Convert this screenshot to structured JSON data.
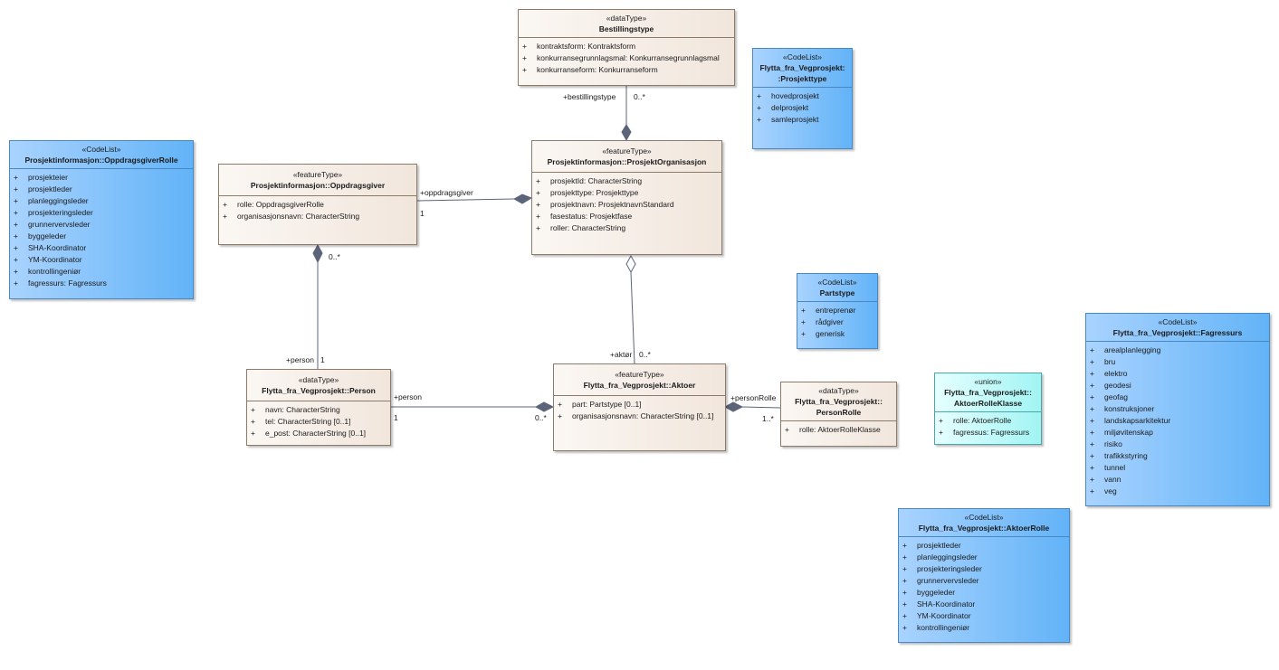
{
  "classes": {
    "bestillingstype": {
      "stereotype": "«dataType»",
      "name": "Bestillingstype",
      "attributes": [
        {
          "vis": "+",
          "text": "kontraktsform: Kontraktsform"
        },
        {
          "vis": "+",
          "text": "konkurransegrunnlagsmal: Konkurransegrunnlagsmal"
        },
        {
          "vis": "+",
          "text": "konkurranseform: Konkurranseform"
        }
      ]
    },
    "prosjekttype": {
      "stereotype": "«CodeList»",
      "name": "Flytta_fra_Vegprosjekt::Prosjekttype",
      "name_line1": "Flytta_fra_Vegprosjekt:",
      "name_line2": ":Prosjekttype",
      "attributes": [
        {
          "vis": "+",
          "text": "hovedprosjekt"
        },
        {
          "vis": "+",
          "text": "delprosjekt"
        },
        {
          "vis": "+",
          "text": "samleprosjekt"
        }
      ]
    },
    "oppdragsgiverrolle": {
      "stereotype": "«CodeList»",
      "name": "Prosjektinformasjon::OppdragsgiverRolle",
      "attributes": [
        {
          "vis": "+",
          "text": "prosjekteier"
        },
        {
          "vis": "+",
          "text": "prosjektleder"
        },
        {
          "vis": "+",
          "text": "planleggingsleder"
        },
        {
          "vis": "+",
          "text": "prosjekteringsleder"
        },
        {
          "vis": "+",
          "text": "grunnervervsleder"
        },
        {
          "vis": "+",
          "text": "byggeleder"
        },
        {
          "vis": "+",
          "text": "SHA-Koordinator"
        },
        {
          "vis": "+",
          "text": "YM-Koordinator"
        },
        {
          "vis": "+",
          "text": "kontrollingeniør"
        },
        {
          "vis": "+",
          "text": "fagressurs: Fagressurs"
        }
      ]
    },
    "oppdragsgiver": {
      "stereotype": "«featureType»",
      "name": "Prosjektinformasjon::Oppdragsgiver",
      "attributes": [
        {
          "vis": "+",
          "text": "rolle: OppdragsgiverRolle"
        },
        {
          "vis": "+",
          "text": "organisasjonsnavn: CharacterString"
        }
      ]
    },
    "prosjektorganisasjon": {
      "stereotype": "«featureType»",
      "name": "Prosjektinformasjon::ProsjektOrganisasjon",
      "attributes": [
        {
          "vis": "+",
          "text": "prosjektId: CharacterString"
        },
        {
          "vis": "+",
          "text": "prosjekttype: Prosjekttype"
        },
        {
          "vis": "+",
          "text": "prosjektnavn: ProsjektnavnStandard"
        },
        {
          "vis": "+",
          "text": "fasestatus: Prosjektfase"
        },
        {
          "vis": "+",
          "text": "roller: CharacterString"
        }
      ]
    },
    "partstype": {
      "stereotype": "«CodeList»",
      "name": "Partstype",
      "attributes": [
        {
          "vis": "+",
          "text": "entreprenør"
        },
        {
          "vis": "+",
          "text": "rådgiver"
        },
        {
          "vis": "+",
          "text": "generisk"
        }
      ]
    },
    "fagressurs": {
      "stereotype": "«CodeList»",
      "name": "Flytta_fra_Vegprosjekt::Fagressurs",
      "attributes": [
        {
          "vis": "+",
          "text": "arealplanlegging"
        },
        {
          "vis": "+",
          "text": "bru"
        },
        {
          "vis": "+",
          "text": "elektro"
        },
        {
          "vis": "+",
          "text": "geodesi"
        },
        {
          "vis": "+",
          "text": "geofag"
        },
        {
          "vis": "+",
          "text": "konstruksjoner"
        },
        {
          "vis": "+",
          "text": "landskapsarkitektur"
        },
        {
          "vis": "+",
          "text": "miljøvitenskap"
        },
        {
          "vis": "+",
          "text": "risiko"
        },
        {
          "vis": "+",
          "text": "trafikkstyring"
        },
        {
          "vis": "+",
          "text": "tunnel"
        },
        {
          "vis": "+",
          "text": "vann"
        },
        {
          "vis": "+",
          "text": "veg"
        }
      ]
    },
    "person": {
      "stereotype": "«dataType»",
      "name": "Flytta_fra_Vegprosjekt::Person",
      "attributes": [
        {
          "vis": "+",
          "text": "navn: CharacterString"
        },
        {
          "vis": "+",
          "text": "tel: CharacterString [0..1]"
        },
        {
          "vis": "+",
          "text": "e_post: CharacterString [0..1]"
        }
      ]
    },
    "aktoer": {
      "stereotype": "«featureType»",
      "name": "Flytta_fra_Vegprosjekt::Aktoer",
      "attributes": [
        {
          "vis": "+",
          "text": "part: Partstype [0..1]"
        },
        {
          "vis": "+",
          "text": "organisasjonsnavn: CharacterString [0..1]"
        }
      ]
    },
    "personrolle": {
      "stereotype": "«dataType»",
      "name": "Flytta_fra_Vegprosjekt::PersonRolle",
      "name_line1": "Flytta_fra_Vegprosjekt::",
      "name_line2": "PersonRolle",
      "attributes": [
        {
          "vis": "+",
          "text": "rolle: AktoerRolleKlasse"
        }
      ]
    },
    "aktoerrolleklasse": {
      "stereotype": "«union»",
      "name": "Flytta_fra_Vegprosjekt::AktoerRolleKlasse",
      "name_line1": "Flytta_fra_Vegprosjekt::",
      "name_line2": "AktoerRolleKlasse",
      "attributes": [
        {
          "vis": "+",
          "text": "rolle: AktoerRolle"
        },
        {
          "vis": "+",
          "text": "fagressus: Fagressurs"
        }
      ]
    },
    "aktoerrolle": {
      "stereotype": "«CodeList»",
      "name": "Flytta_fra_Vegprosjekt::AktoerRolle",
      "attributes": [
        {
          "vis": "+",
          "text": "prosjektleder"
        },
        {
          "vis": "+",
          "text": "planleggingsleder"
        },
        {
          "vis": "+",
          "text": "prosjekteringsleder"
        },
        {
          "vis": "+",
          "text": "grunnervervsleder"
        },
        {
          "vis": "+",
          "text": "byggeleder"
        },
        {
          "vis": "+",
          "text": "SHA-Koordinator"
        },
        {
          "vis": "+",
          "text": "YM-Koordinator"
        },
        {
          "vis": "+",
          "text": "kontrollingeniør"
        }
      ]
    }
  },
  "associations": {
    "bestillingstype_role": "+bestillingstype",
    "bestillingstype_mult": "0..*",
    "oppdragsgiver_role": "+oppdragsgiver",
    "oppdragsgiver_mult": "1",
    "person_from_oppdragsgiver_mult": "0..*",
    "person_role": "+person",
    "person_mult": "1",
    "aktoer_person_role": "+person",
    "aktoer_person_mult": "1",
    "aktoer_person_src_mult": "0..*",
    "aktoer_role": "+aktør",
    "aktoer_mult": "0..*",
    "personrolle_role": "+personRolle",
    "personrolle_mult": "1..*"
  }
}
